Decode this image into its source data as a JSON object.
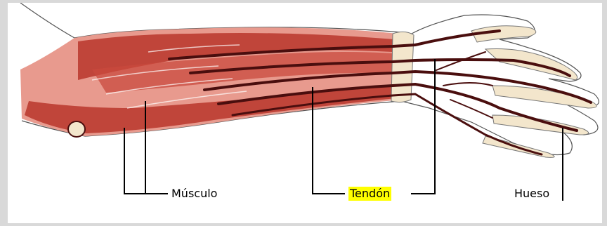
{
  "labels": {
    "muscle": "Músculo",
    "tendon": "Tendón",
    "bone": "Hueso"
  },
  "colors": {
    "muscle": "#b8362c",
    "muscle_light": "#e89a8e",
    "tendon": "#4a0e0e",
    "bone": "#f3e6cc",
    "highlight": "#ffff00",
    "background": "#ffffff",
    "frame": "#d9d9d9"
  }
}
